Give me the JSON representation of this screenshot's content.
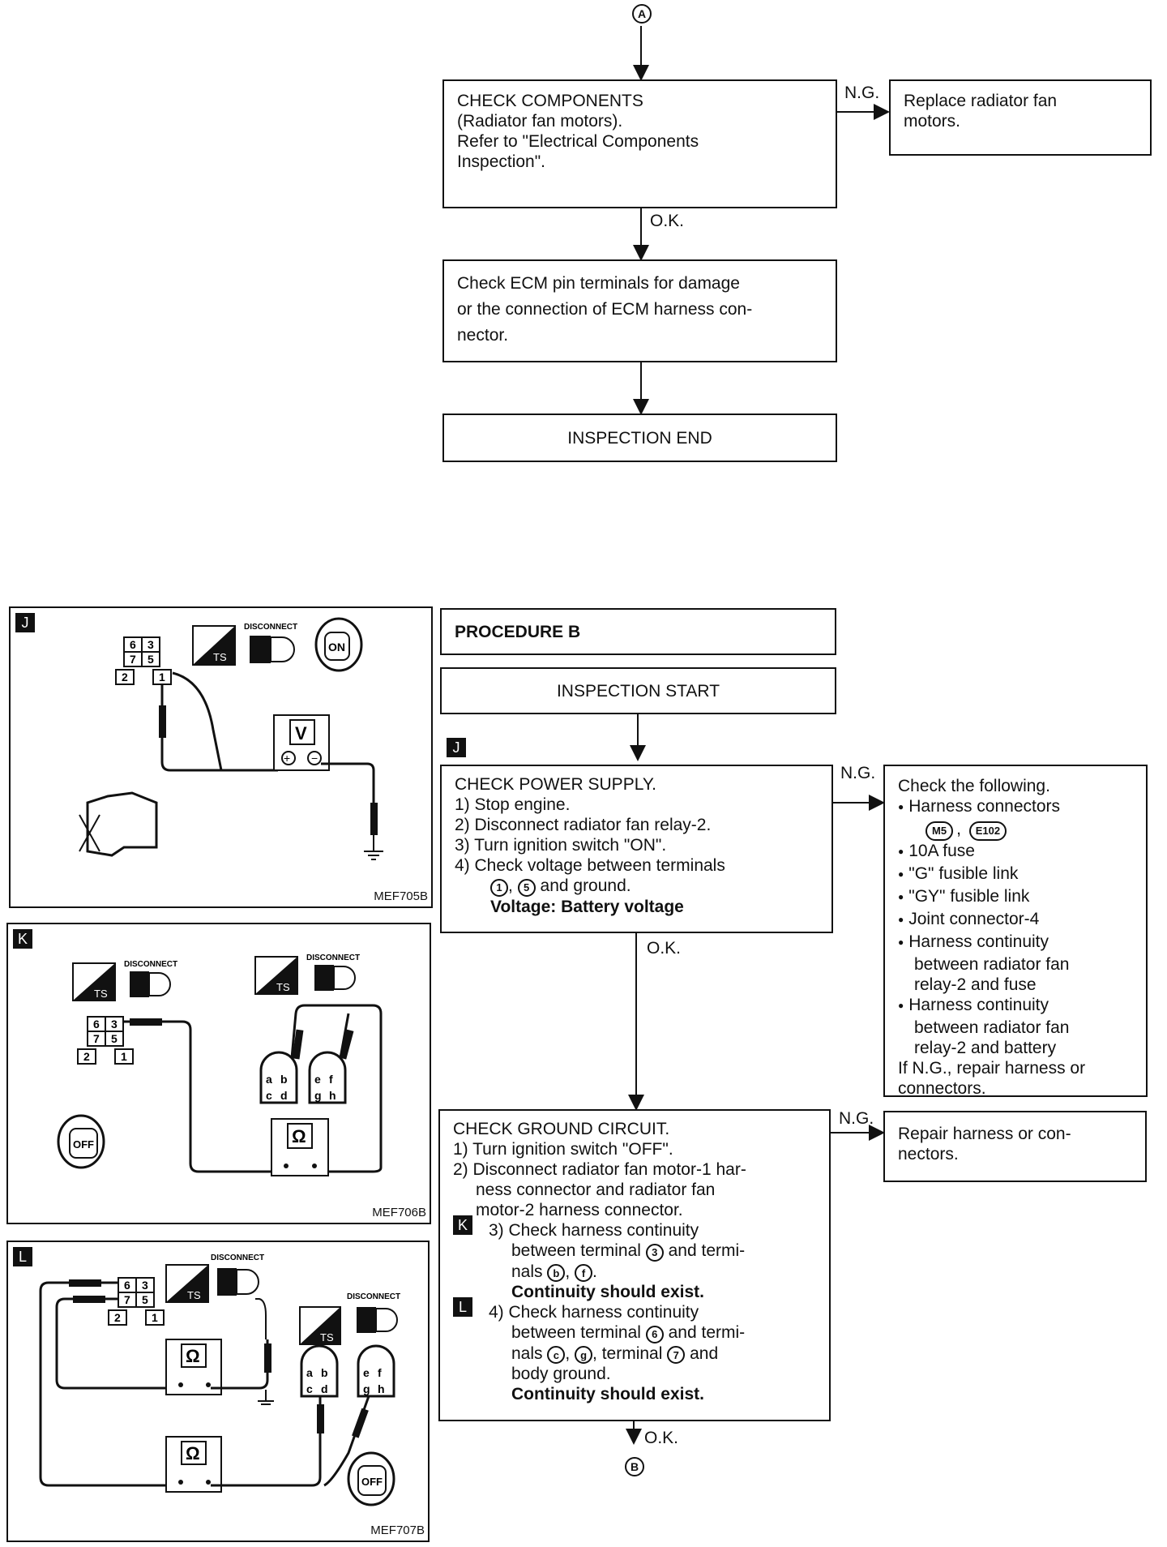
{
  "connectors": {
    "top": "A",
    "bottom": "B"
  },
  "flow_top": {
    "check_components": {
      "lines": [
        "CHECK COMPONENTS",
        "(Radiator fan motors).",
        "Refer to \"Electrical Components",
        "Inspection\"."
      ]
    },
    "ng_label_1": "N.G.",
    "replace_fan": {
      "lines": [
        "Replace radiator fan",
        "motors."
      ]
    },
    "ok_label_1": "O.K.",
    "check_ecm": {
      "lines": [
        "Check ECM pin terminals for damage",
        "or the connection of ECM harness con-",
        "nector."
      ]
    },
    "inspection_end": "INSPECTION END"
  },
  "procedure_b": {
    "title": "PROCEDURE B",
    "inspection_start": "INSPECTION START",
    "step_tag_j": "J",
    "power_supply": {
      "heading": "CHECK POWER SUPPLY.",
      "steps": [
        "1) Stop engine.",
        "2) Disconnect radiator fan relay-2.",
        "3) Turn ignition switch \"ON\".",
        "4) Check voltage between terminals"
      ],
      "terminals_pre": "",
      "terminal_1": "1",
      "terminal_5": "5",
      "terminals_post": "and ground.",
      "voltage": "Voltage: Battery voltage"
    },
    "ng_label_2": "N.G.",
    "check_following": {
      "heading": "Check the following.",
      "harness_connectors": "Harness connectors",
      "connector_m": "M5",
      "connector_e": "E102",
      "items": [
        "10A fuse",
        "\"G\" fusible link",
        "\"GY\" fusible link",
        "Joint connector-4"
      ],
      "continuity_1": [
        "Harness continuity",
        "between radiator fan",
        "relay-2 and fuse"
      ],
      "continuity_2": [
        "Harness continuity",
        "between radiator fan",
        "relay-2 and battery"
      ],
      "footer": [
        "If N.G., repair harness or",
        "connectors."
      ]
    },
    "ok_label_2": "O.K.",
    "ground_circuit": {
      "heading": "CHECK GROUND CIRCUIT.",
      "step1": "1) Turn ignition switch \"OFF\".",
      "step2": [
        "2) Disconnect radiator fan motor-1 har-",
        "ness connector and radiator fan",
        "motor-2 harness connector."
      ],
      "tag_k": "K",
      "step3": [
        "3) Check harness continuity",
        "between terminal",
        "and termi-",
        "nals"
      ],
      "step3_terminal": "3",
      "step3_nals": [
        "b",
        "f"
      ],
      "continuity_should": "Continuity should exist.",
      "tag_l": "L",
      "step4": [
        "4) Check harness continuity",
        "between terminal",
        "and termi-",
        "nals",
        ", terminal",
        "and",
        "body ground."
      ],
      "step4_terminal": "6",
      "step4_nals": [
        "c",
        "g"
      ],
      "step4_terminal2": "7",
      "continuity_should_2": "Continuity should exist."
    },
    "ng_label_3": "N.G.",
    "repair_box": {
      "lines": [
        "Repair harness or con-",
        "nectors."
      ]
    },
    "ok_label_3": "O.K."
  },
  "figures": {
    "j": {
      "tag": "J",
      "code": "MEF705B",
      "disconnect": "DISCONNECT",
      "switch": "ON",
      "meter": "V",
      "ts": "TS",
      "pins": [
        "6",
        "3",
        "7",
        "5",
        "2",
        "1"
      ]
    },
    "k": {
      "tag": "K",
      "code": "MEF706B",
      "disconnect": "DISCONNECT",
      "switch": "OFF",
      "meter": "Ω",
      "ts": "TS",
      "pins": [
        "6",
        "3",
        "7",
        "5",
        "2",
        "1"
      ],
      "motor_pins": [
        "a",
        "b",
        "c",
        "d",
        "e",
        "f",
        "g",
        "h"
      ]
    },
    "l": {
      "tag": "L",
      "code": "MEF707B",
      "disconnect": "DISCONNECT",
      "switch": "OFF",
      "meter": "Ω",
      "ts": "TS",
      "pins": [
        "6",
        "3",
        "7",
        "5",
        "2",
        "1"
      ],
      "motor_pins": [
        "a",
        "b",
        "c",
        "d",
        "e",
        "f",
        "g",
        "h"
      ]
    }
  }
}
